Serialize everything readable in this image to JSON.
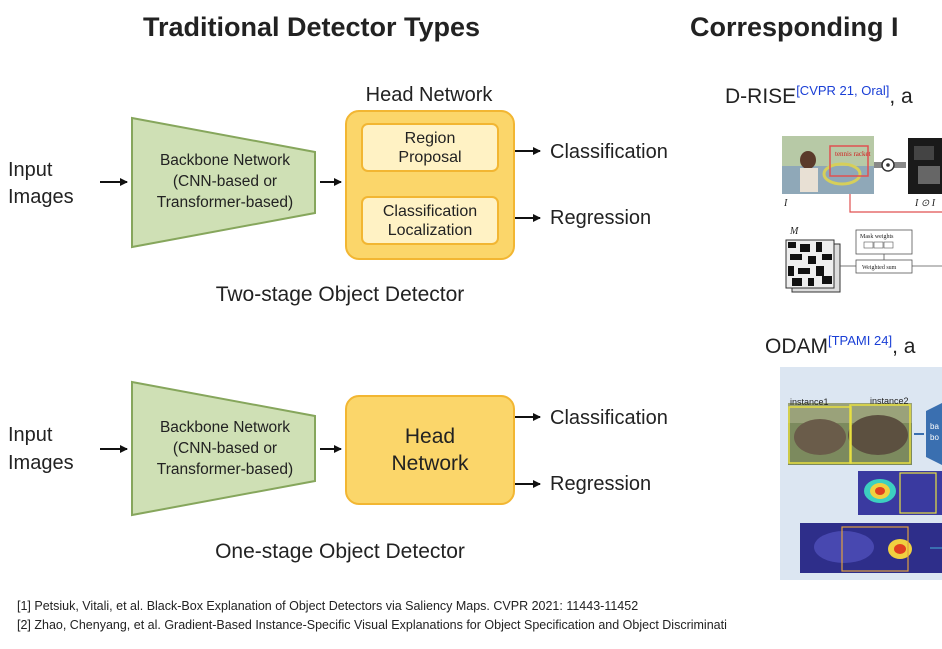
{
  "left_title": "Traditional Detector Types",
  "right_title": "Corresponding I",
  "two_stage": {
    "input_label_1": "Input",
    "input_label_2": "Images",
    "backbone_lines": [
      "Backbone Network",
      "(CNN-based or",
      "Transformer-based)"
    ],
    "head_title": "Head Network",
    "region_proposal_1": "Region",
    "region_proposal_2": "Proposal",
    "class_loc_1": "Classification",
    "class_loc_2": "Localization",
    "out_classification": "Classification",
    "out_regression": "Regression",
    "caption": "Two-stage Object Detector"
  },
  "one_stage": {
    "input_label_1": "Input",
    "input_label_2": "Images",
    "backbone_lines": [
      "Backbone Network",
      "(CNN-based or",
      "Transformer-based)"
    ],
    "head_1": "Head",
    "head_2": "Network",
    "out_classification": "Classification",
    "out_regression": "Regression",
    "caption": "One-stage Object Detector"
  },
  "methods": {
    "drise_name": "D-RISE",
    "drise_ref": "[CVPR 21, Oral]",
    "drise_tail": ", a",
    "drise_fig": {
      "tennis_label": "tennis racket",
      "i_label": "I",
      "i_odot_label": "I ⊙ I",
      "m_label": "M",
      "mask_weights": "Mask weights",
      "weighted_sum": "Weighted sum"
    },
    "odam_name": "ODAM",
    "odam_ref": "[TPAMI 24]",
    "odam_tail": ", a",
    "odam_fig": {
      "instance1": "instance1",
      "instance2": "instance2",
      "partial_1": "ba",
      "partial_2": "bo"
    }
  },
  "citations": [
    "[1] Petsiuk, Vitali, et al. Black-Box Explanation of Object Detectors via Saliency Maps. CVPR 2021: 11443-11452",
    "[2] Zhao, Chenyang, et al. Gradient-Based Instance-Specific Visual Explanations for Object Specification and Object Discriminati"
  ],
  "colors": {
    "backbone_fill": "#cfe0b5",
    "backbone_stroke": "#86a65c",
    "head_fill": "#fbd66a",
    "head_stroke": "#f2b632",
    "inner_fill": "#fff2c4",
    "ref_blue": "#1a3fd6"
  }
}
